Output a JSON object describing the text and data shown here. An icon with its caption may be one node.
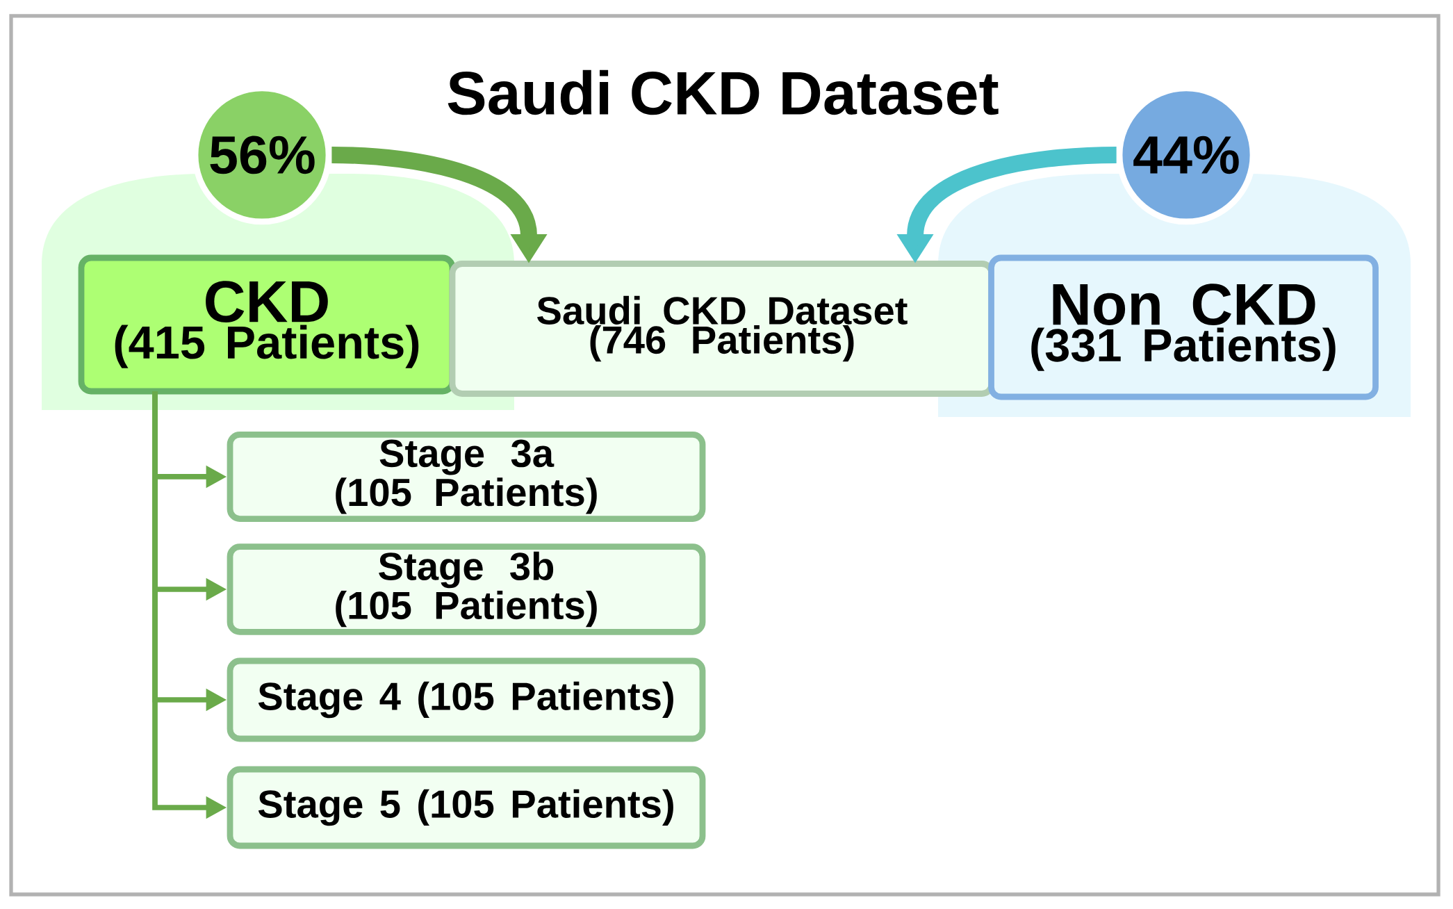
{
  "diagram": {
    "title": "Saudi CKD Dataset",
    "nodes": [
      {
        "text": [
          "56%"
        ]
      },
      {
        "text": [
          "44%"
        ]
      },
      {
        "text": [
          "CKD",
          "(415 Patients)"
        ]
      },
      {
        "text": [
          "Saudi CKD Dataset (746 Patients)"
        ]
      },
      {
        "text": [
          "Non CKD",
          "(331 Patients)"
        ]
      },
      {
        "text": [
          "Stage 3a (105 Patients)"
        ]
      },
      {
        "text": [
          "Stage 3b (105 Patients)"
        ]
      },
      {
        "text": [
          "Stage 4 (105 Patients)"
        ]
      },
      {
        "text": [
          "Stage 5 (105 Patients)"
        ]
      }
    ],
    "edges": [
      {
        "from": 0,
        "to": 3,
        "arrow": "to",
        "style": "thick"
      },
      {
        "from": 1,
        "to": 3,
        "arrow": "to",
        "style": "thick",
        "color": "#4cc3cc"
      },
      {
        "from": 2,
        "to": 5,
        "arrow": "to"
      },
      {
        "from": 2,
        "to": 6,
        "arrow": "to"
      },
      {
        "from": 2,
        "to": 7,
        "arrow": "to"
      },
      {
        "from": 2,
        "to": 8,
        "arrow": "to"
      }
    ]
  }
}
